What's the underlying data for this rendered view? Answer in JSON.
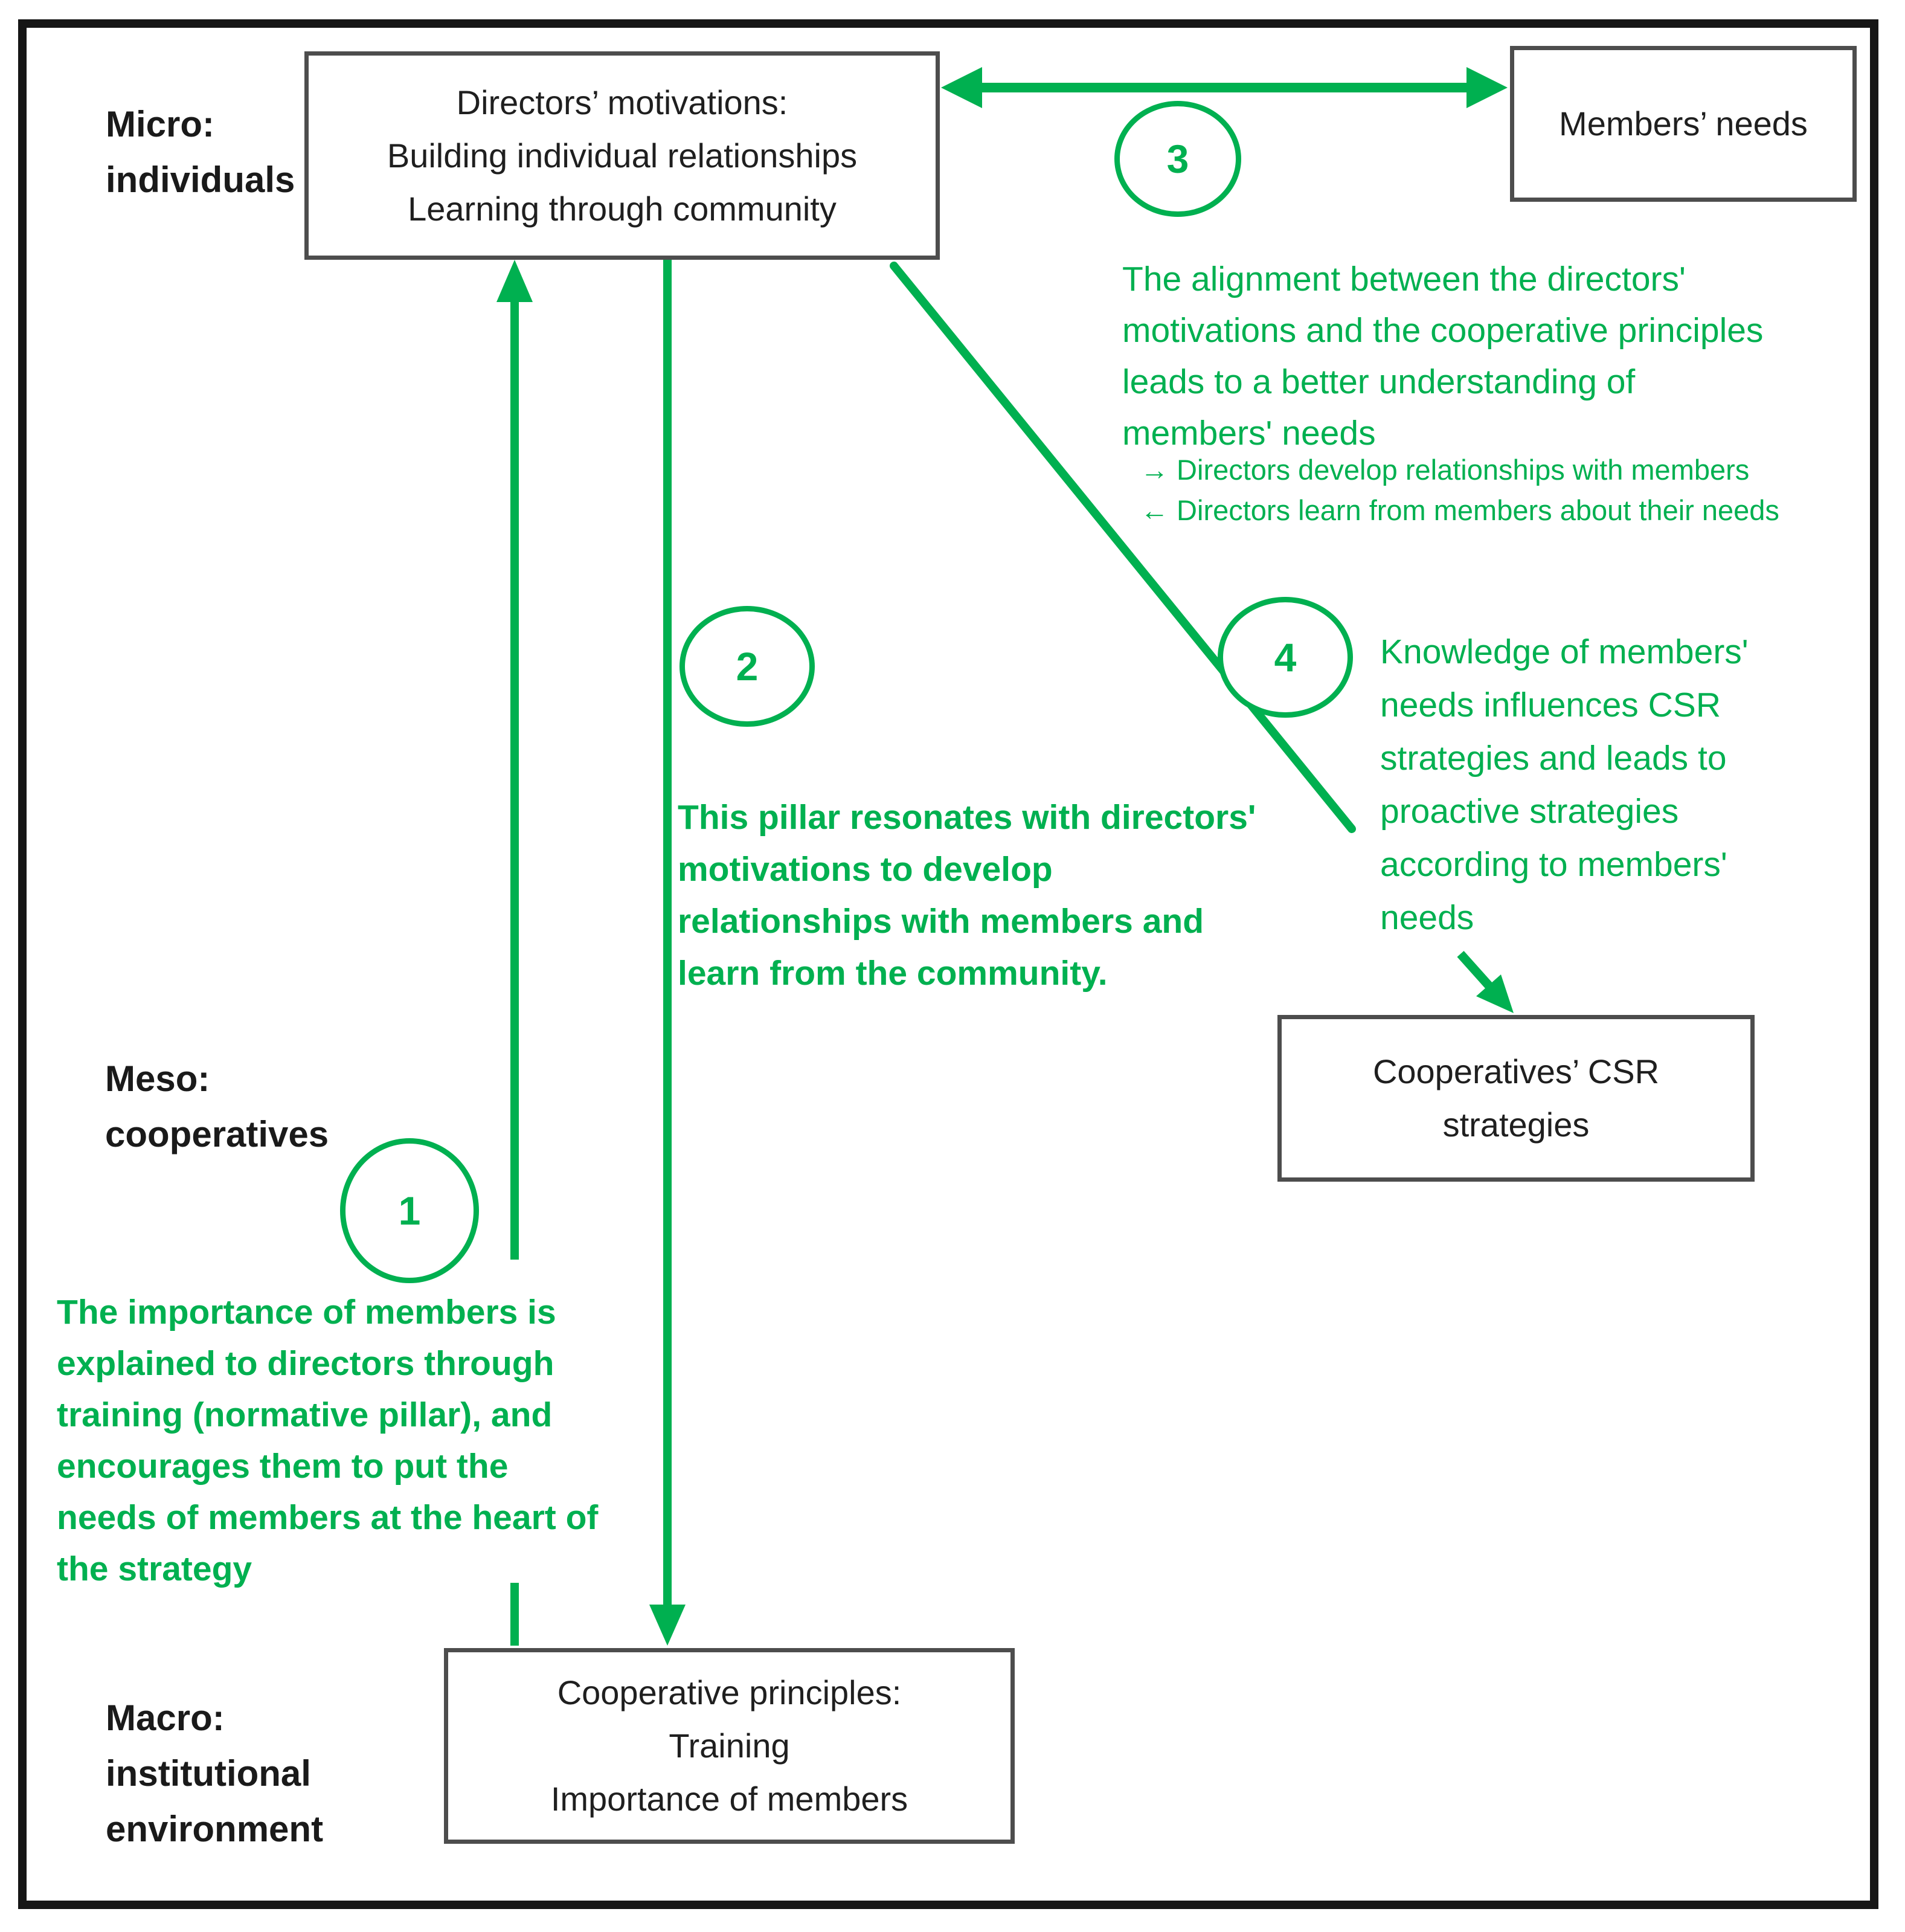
{
  "figure": {
    "level_labels": {
      "micro": [
        "Micro:",
        "individuals"
      ],
      "meso": [
        "Meso:",
        "cooperatives"
      ],
      "macro": [
        "Macro:",
        "institutional",
        "environment"
      ]
    },
    "boxes": {
      "directors_motivations": [
        "Directors’ motivations:",
        "Building individual relationships",
        "Learning through community"
      ],
      "members_needs": [
        "Members’ needs"
      ],
      "csr_strategies": [
        "Cooperatives’ CSR",
        "strategies"
      ],
      "cooperative_principles": [
        "Cooperative principles:",
        "Training",
        "Importance of members"
      ]
    },
    "annotations": {
      "n1": {
        "number": "1",
        "lines": [
          "The importance of members is",
          "explained to directors through",
          "training (normative pillar), and",
          "encourages them to put the",
          "needs of members at the heart of",
          "the strategy"
        ]
      },
      "n2": {
        "number": "2",
        "lines": [
          "This pillar resonates with directors'",
          "motivations to develop",
          "relationships with members and",
          "learn from the community."
        ]
      },
      "n3": {
        "number": "3",
        "lines": [
          "The alignment between the directors'",
          "motivations and the cooperative principles",
          "leads to a better understanding of",
          "members' needs"
        ],
        "sublines": [
          "→ Directors develop relationships with members",
          "← Directors learn from members about their needs"
        ]
      },
      "n4": {
        "number": "4",
        "lines": [
          "Knowledge of members'",
          "needs influences CSR",
          "strategies and leads to",
          "proactive strategies",
          "according to members'",
          "needs"
        ]
      }
    },
    "colors": {
      "green": "#00B050",
      "box_border": "#4D4D4D",
      "text_black": "#1A1A1A",
      "outer_border": "#161616"
    }
  }
}
